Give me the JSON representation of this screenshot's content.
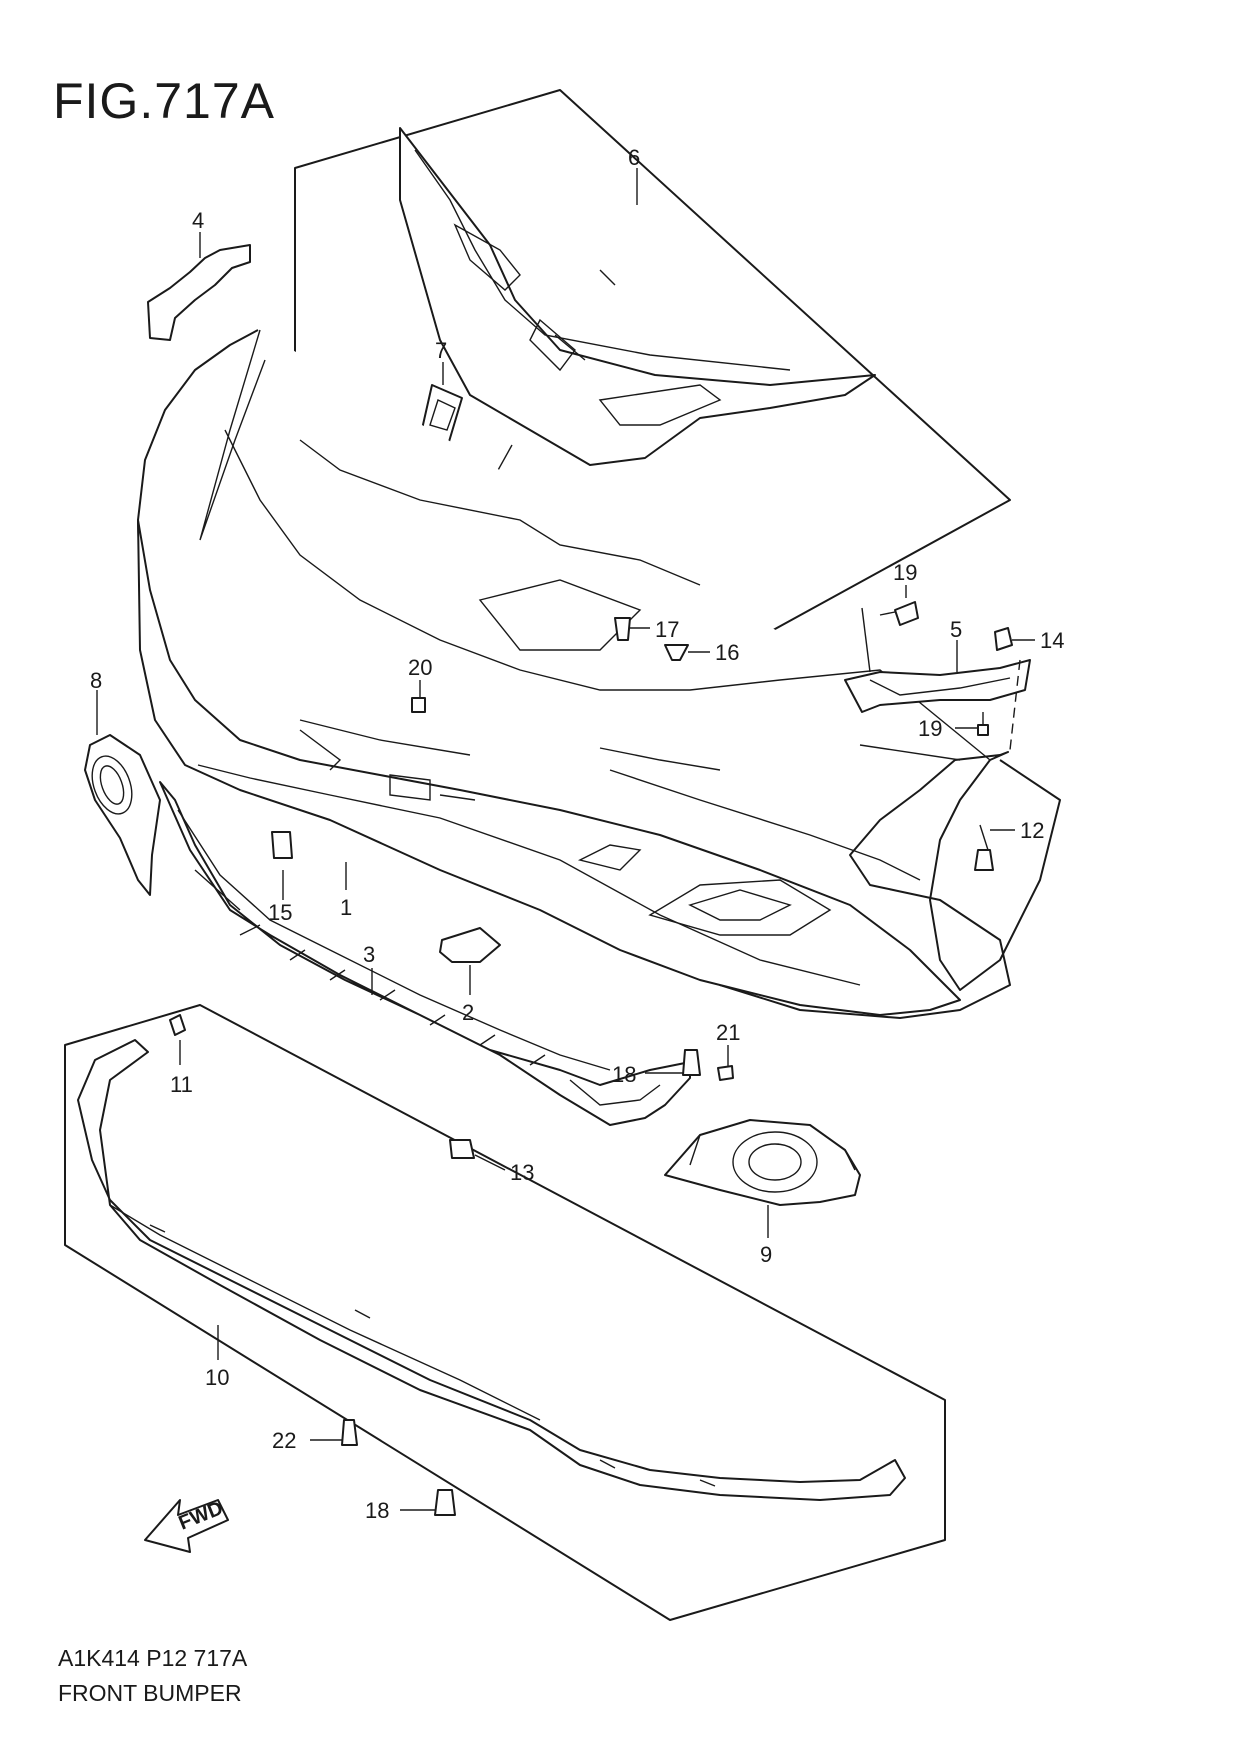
{
  "figure": {
    "title": "FIG.717A",
    "code": "A1K414 P12 717A",
    "caption": "FRONT BUMPER"
  },
  "fwd_label": "FWD",
  "callouts": [
    {
      "id": "c1",
      "label": "1"
    },
    {
      "id": "c2",
      "label": "2"
    },
    {
      "id": "c3",
      "label": "3"
    },
    {
      "id": "c4",
      "label": "4"
    },
    {
      "id": "c5",
      "label": "5"
    },
    {
      "id": "c6",
      "label": "6"
    },
    {
      "id": "c7",
      "label": "7"
    },
    {
      "id": "c8",
      "label": "8"
    },
    {
      "id": "c9",
      "label": "9"
    },
    {
      "id": "c10",
      "label": "10"
    },
    {
      "id": "c11",
      "label": "11"
    },
    {
      "id": "c12",
      "label": "12"
    },
    {
      "id": "c13",
      "label": "13"
    },
    {
      "id": "c14",
      "label": "14"
    },
    {
      "id": "c15",
      "label": "15"
    },
    {
      "id": "c16",
      "label": "16"
    },
    {
      "id": "c17",
      "label": "17"
    },
    {
      "id": "c18a",
      "label": "18"
    },
    {
      "id": "c18b",
      "label": "18"
    },
    {
      "id": "c19a",
      "label": "19"
    },
    {
      "id": "c19b",
      "label": "19"
    },
    {
      "id": "c20",
      "label": "20"
    },
    {
      "id": "c21",
      "label": "21"
    },
    {
      "id": "c22",
      "label": "22"
    }
  ]
}
